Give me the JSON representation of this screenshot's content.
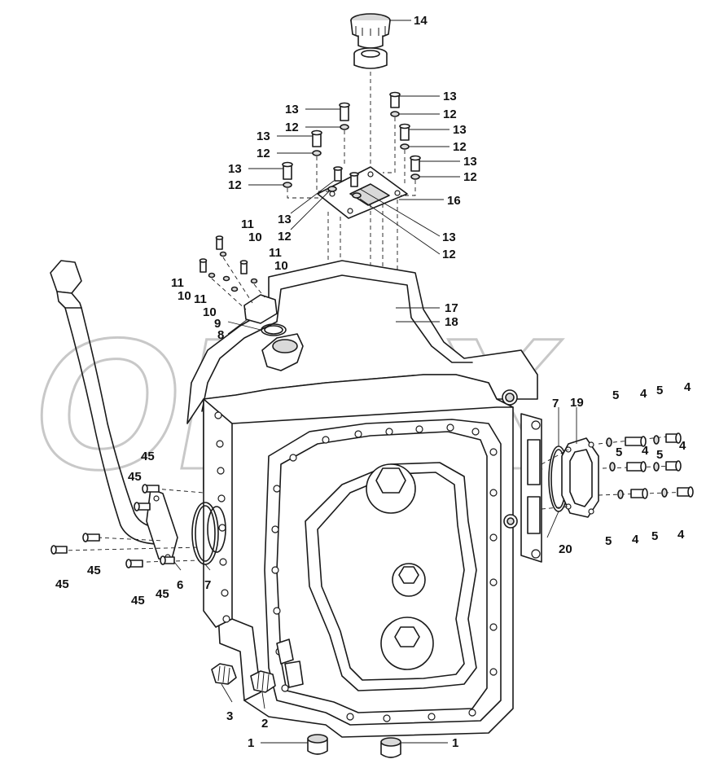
{
  "watermark": "OPEX",
  "callouts": {
    "c14": "14",
    "c16": "16",
    "c17": "17",
    "c18": "18",
    "c19": "19",
    "c20": "20",
    "c13_a": "13",
    "c12_a": "12",
    "c13_b": "13",
    "c12_b": "12",
    "c13_c": "13",
    "c12_c": "12",
    "c13_d": "13",
    "c12_d": "12",
    "c13_e": "13",
    "c12_e": "12",
    "c13_f": "13",
    "c12_f": "12",
    "c13_g": "13",
    "c12_g": "12",
    "c13_h": "13",
    "c12_h": "12",
    "c11_a": "11",
    "c10_a": "10",
    "c11_b": "11",
    "c10_b": "10",
    "c11_c": "11",
    "c10_c": "10",
    "c11_d": "11",
    "c10_d": "10",
    "c9": "9",
    "c8": "8",
    "c7_a": "7",
    "c7_b": "7",
    "c6": "6",
    "c45_a": "45",
    "c45_b": "45",
    "c45_c": "45",
    "c45_d": "45",
    "c45_e": "45",
    "c45_f": "45",
    "c5_a": "5",
    "c4_a": "4",
    "c5_b": "5",
    "c4_b": "4",
    "c5_c": "5",
    "c4_c": "4",
    "c5_d": "5",
    "c4_d": "4",
    "c5_e": "5",
    "c4_e": "4",
    "c5_f": "5",
    "c4_f": "4",
    "c3": "3",
    "c2": "2",
    "c1_a": "1",
    "c1_b": "1"
  }
}
